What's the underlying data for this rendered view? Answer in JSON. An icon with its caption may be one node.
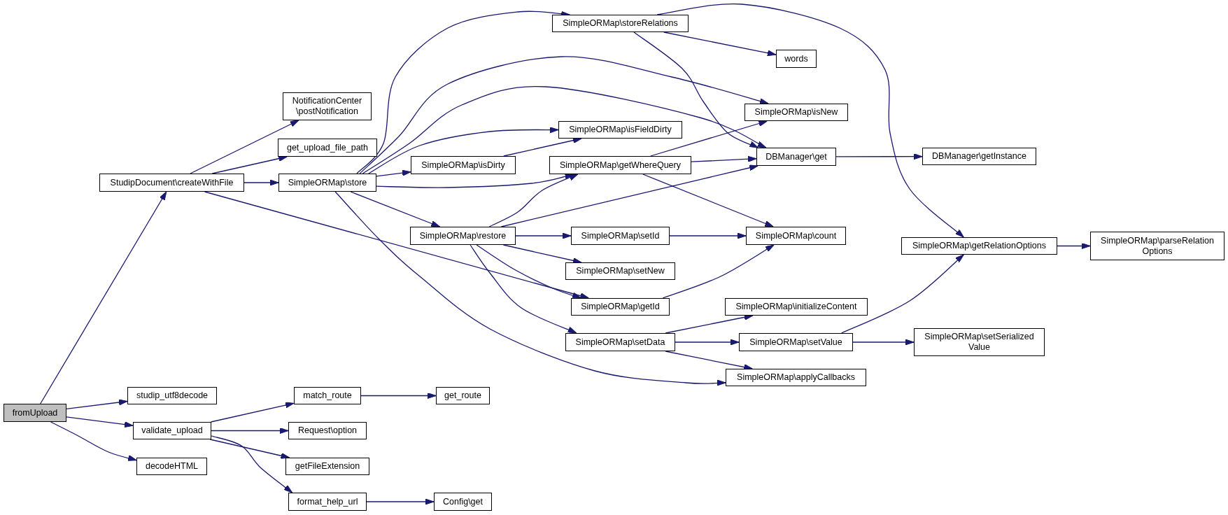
{
  "diagram": {
    "nodes": [
      {
        "text": [
          "fromUpload"
        ]
      },
      {
        "text": [
          "StudipDocument\\createWithFile"
        ]
      },
      {
        "text": [
          "studip_utf8decode"
        ]
      },
      {
        "text": [
          "validate_upload"
        ]
      },
      {
        "text": [
          "decodeHTML"
        ]
      },
      {
        "text": [
          "NotificationCenter \\postNotification"
        ]
      },
      {
        "text": [
          "get_upload_file_path"
        ]
      },
      {
        "text": [
          "SimpleORMap\\store"
        ]
      },
      {
        "text": [
          "match_route"
        ]
      },
      {
        "text": [
          "Request\\option"
        ]
      },
      {
        "text": [
          "getFileExtension"
        ]
      },
      {
        "text": [
          "format_help_url"
        ]
      },
      {
        "text": [
          "SimpleORMap\\isDirty"
        ]
      },
      {
        "text": [
          "SimpleORMap\\restore"
        ]
      },
      {
        "text": [
          "get_route"
        ]
      },
      {
        "text": [
          "Config\\get"
        ]
      },
      {
        "text": [
          "SimpleORMap\\storeRelations"
        ]
      },
      {
        "text": [
          "SimpleORMap\\isFieldDirty"
        ]
      },
      {
        "text": [
          "SimpleORMap\\getWhereQuery"
        ]
      },
      {
        "text": [
          "SimpleORMap\\setId"
        ]
      },
      {
        "text": [
          "SimpleORMap\\setNew"
        ]
      },
      {
        "text": [
          "SimpleORMap\\getId"
        ]
      },
      {
        "text": [
          "SimpleORMap\\setData"
        ]
      },
      {
        "text": [
          "words"
        ]
      },
      {
        "text": [
          "SimpleORMap\\isNew"
        ]
      },
      {
        "text": [
          "DBManager\\get"
        ]
      },
      {
        "text": [
          "SimpleORMap\\count"
        ]
      },
      {
        "text": [
          "SimpleORMap\\initializeContent"
        ]
      },
      {
        "text": [
          "SimpleORMap\\setValue"
        ]
      },
      {
        "text": [
          "SimpleORMap\\applyCallbacks"
        ]
      },
      {
        "text": [
          "DBManager\\getInstance"
        ]
      },
      {
        "text": [
          "SimpleORMap\\getRelationOptions"
        ]
      },
      {
        "text": [
          "SimpleORMap\\setSerialized Value"
        ]
      },
      {
        "text": [
          "SimpleORMap\\parseRelation Options"
        ]
      }
    ],
    "edges": [
      {
        "from": 0,
        "to": 1,
        "arrow": "to"
      },
      {
        "from": 0,
        "to": 2,
        "arrow": "to"
      },
      {
        "from": 0,
        "to": 3,
        "arrow": "to"
      },
      {
        "from": 0,
        "to": 4,
        "arrow": "to"
      },
      {
        "from": 1,
        "to": 5,
        "arrow": "to"
      },
      {
        "from": 1,
        "to": 6,
        "arrow": "to"
      },
      {
        "from": 1,
        "to": 7,
        "arrow": "to"
      },
      {
        "from": 1,
        "to": 21,
        "arrow": "to"
      },
      {
        "from": 3,
        "to": 8,
        "arrow": "to"
      },
      {
        "from": 3,
        "to": 9,
        "arrow": "to"
      },
      {
        "from": 3,
        "to": 10,
        "arrow": "to"
      },
      {
        "from": 3,
        "to": 11,
        "arrow": "to"
      },
      {
        "from": 7,
        "to": 16,
        "arrow": "to"
      },
      {
        "from": 7,
        "to": 24,
        "arrow": "to"
      },
      {
        "from": 7,
        "to": 25,
        "arrow": "to"
      },
      {
        "from": 7,
        "to": 17,
        "arrow": "to"
      },
      {
        "from": 7,
        "to": 12,
        "arrow": "to"
      },
      {
        "from": 7,
        "to": 18,
        "arrow": "to"
      },
      {
        "from": 7,
        "to": 13,
        "arrow": "to"
      },
      {
        "from": 7,
        "to": 29,
        "arrow": "to"
      },
      {
        "from": 8,
        "to": 14,
        "arrow": "to"
      },
      {
        "from": 11,
        "to": 15,
        "arrow": "to"
      },
      {
        "from": 12,
        "to": 17,
        "arrow": "to"
      },
      {
        "from": 13,
        "to": 18,
        "arrow": "to"
      },
      {
        "from": 13,
        "to": 25,
        "arrow": "to"
      },
      {
        "from": 13,
        "to": 19,
        "arrow": "to"
      },
      {
        "from": 13,
        "to": 20,
        "arrow": "to"
      },
      {
        "from": 13,
        "to": 21,
        "arrow": "to"
      },
      {
        "from": 13,
        "to": 22,
        "arrow": "to"
      },
      {
        "from": 16,
        "to": 23,
        "arrow": "to"
      },
      {
        "from": 16,
        "to": 31,
        "arrow": "to"
      },
      {
        "from": 16,
        "to": 25,
        "arrow": "to"
      },
      {
        "from": 18,
        "to": 24,
        "arrow": "to"
      },
      {
        "from": 18,
        "to": 25,
        "arrow": "to"
      },
      {
        "from": 18,
        "to": 26,
        "arrow": "to"
      },
      {
        "from": 19,
        "to": 26,
        "arrow": "to"
      },
      {
        "from": 21,
        "to": 26,
        "arrow": "to"
      },
      {
        "from": 22,
        "to": 27,
        "arrow": "to"
      },
      {
        "from": 22,
        "to": 28,
        "arrow": "to"
      },
      {
        "from": 22,
        "to": 29,
        "arrow": "to"
      },
      {
        "from": 28,
        "to": 31,
        "arrow": "to"
      },
      {
        "from": 28,
        "to": 32,
        "arrow": "to"
      },
      {
        "from": 25,
        "to": 30,
        "arrow": "to"
      },
      {
        "from": 31,
        "to": 33,
        "arrow": "to"
      }
    ]
  }
}
